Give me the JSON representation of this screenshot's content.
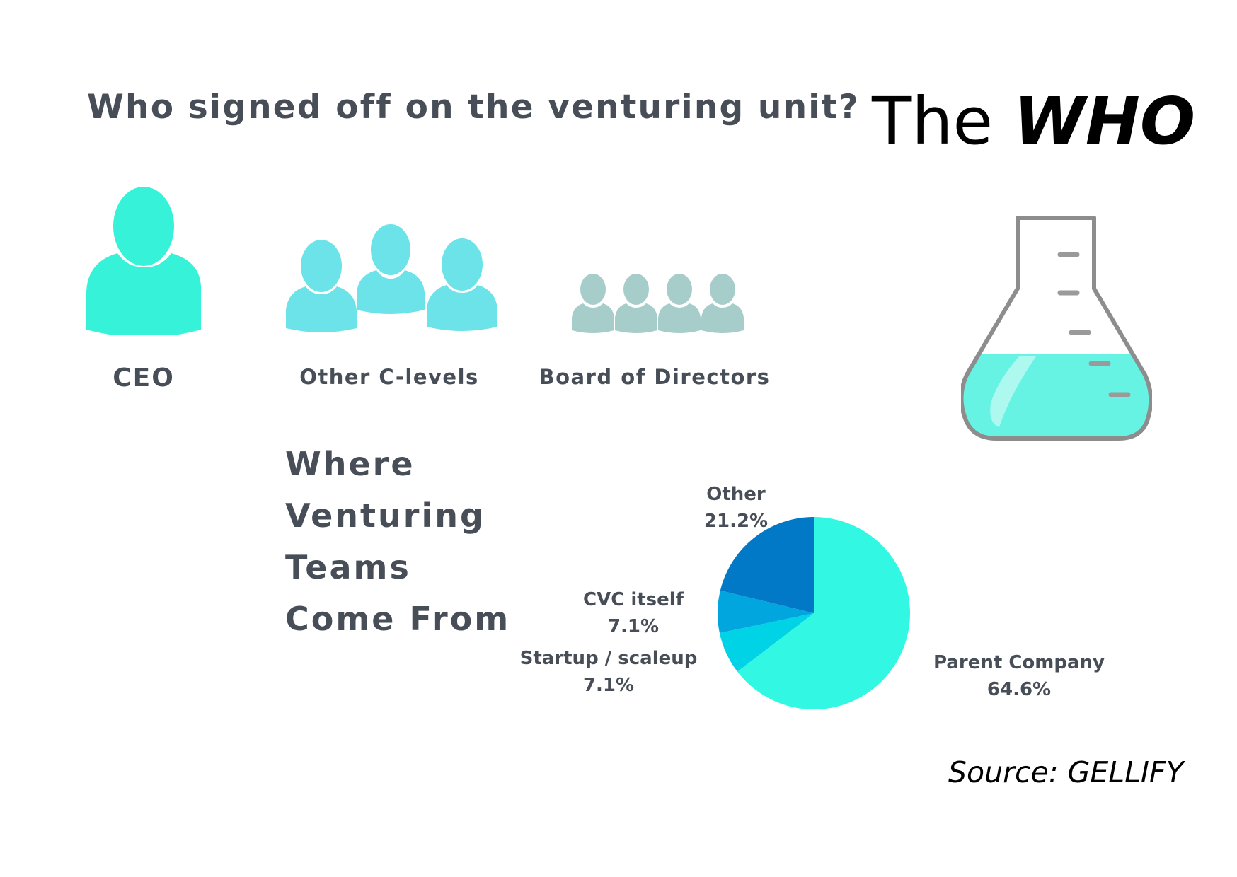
{
  "question": "Who signed off on the venturing unit?",
  "brand": {
    "the": "The",
    "who": "WHO"
  },
  "roles": [
    {
      "label": "CEO",
      "color": "#36f2d9",
      "icon": "person-icon"
    },
    {
      "label": "Other C-levels",
      "color": "#6be3e8",
      "icon": "group-of-three-icon"
    },
    {
      "label": "Board of Directors",
      "color": "#a7cdcb",
      "icon": "group-of-four-icon"
    }
  ],
  "section_title": [
    "Where",
    "Venturing",
    "Teams",
    "Come From"
  ],
  "flask": {
    "icon": "flask-icon",
    "liquid_color": "#67f3e3",
    "outline_color": "#8d8d8d"
  },
  "chart_data": {
    "type": "pie",
    "title": "",
    "categories": [
      "Parent Company",
      "Startup / scaleup",
      "CVC itself",
      "Other"
    ],
    "values": [
      64.6,
      7.1,
      7.1,
      21.2
    ],
    "value_labels": [
      "64.6%",
      "7.1%",
      "7.1%",
      "21.2%"
    ],
    "colors": [
      "#32f7e3",
      "#00d3e6",
      "#01a6df",
      "#0279c6"
    ],
    "legend": "none"
  },
  "source": "Source: GELLIFY"
}
